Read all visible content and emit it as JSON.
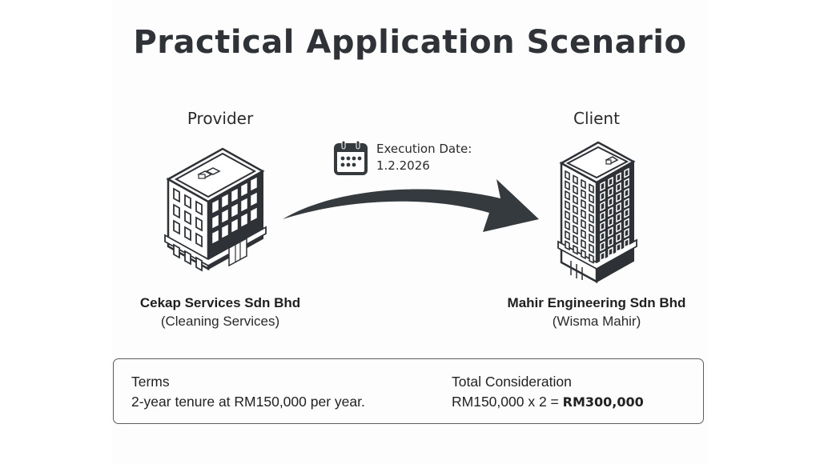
{
  "title": "Practical Application Scenario",
  "provider": {
    "role_label": "Provider",
    "company_name": "Cekap Services Sdn Bhd",
    "company_detail": "(Cleaning Services)",
    "icon": "office-building-icon"
  },
  "client": {
    "role_label": "Client",
    "company_name": "Mahir Engineering Sdn Bhd",
    "company_detail": "(Wisma Mahir)",
    "icon": "tower-building-icon"
  },
  "execution": {
    "icon": "calendar-icon",
    "label": "Execution Date:",
    "date": "1.2.2026"
  },
  "flow_arrow": {
    "icon": "curved-arrow-right-icon",
    "direction": "provider-to-client"
  },
  "terms": {
    "heading": "Terms",
    "text": "2-year tenure at RM150,000 per year.",
    "total_heading": "Total Consideration",
    "total_formula": "RM150,000 x 2 = ",
    "total_value": "RM300,000"
  },
  "colors": {
    "ink": "#2f3337",
    "arrow": "#353a3e",
    "building_dark": "#2e3236",
    "border": "#5a5d60"
  }
}
